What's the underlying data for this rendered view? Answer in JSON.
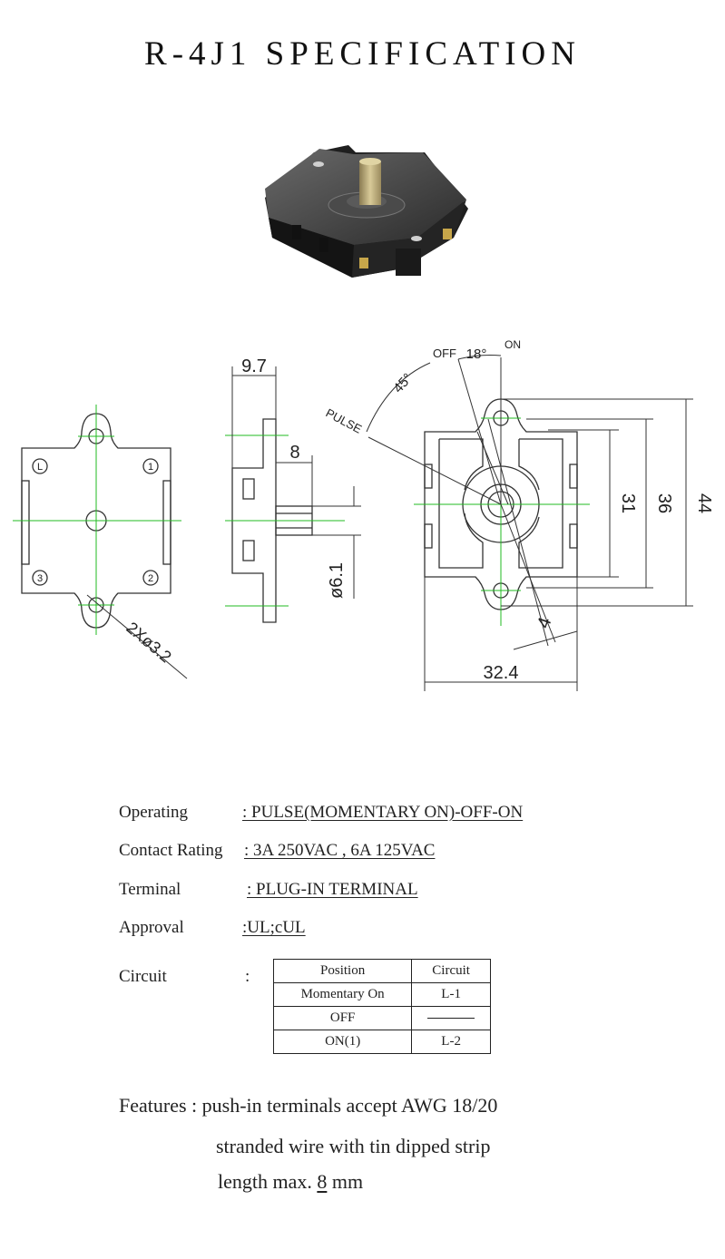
{
  "title": "R-4J1 SPECIFICATION",
  "drawing": {
    "labels": {
      "dim_9_7": "9.7",
      "dim_8": "8",
      "dim_6_1": "ø6.1",
      "dim_hole": "2Xø3.2",
      "dim_31": "31",
      "dim_36": "36",
      "dim_44": "44",
      "dim_4": "4",
      "dim_32_4": "32.4",
      "off": "OFF",
      "on": "ON",
      "angle_18": "18°",
      "angle_45": "45°",
      "pulse": "PULSE",
      "terminal_l": "L",
      "terminal_1": "1",
      "terminal_2": "2",
      "terminal_3": "3"
    }
  },
  "specs": {
    "operating": {
      "label": "Operating",
      "value": ": PULSE(MOMENTARY ON)-OFF-ON "
    },
    "contact_rating": {
      "label": "Contact Rating",
      "value": ": 3A 250VAC , 6A 125VAC"
    },
    "terminal": {
      "label": "Terminal",
      "value": ": PLUG-IN TERMINAL"
    },
    "approval": {
      "label": "Approval",
      "value": ":UL;cUL"
    },
    "circuit": {
      "label": "Circuit",
      "colon": ":",
      "headers": [
        "Position",
        "Circuit"
      ],
      "rows": [
        [
          "Momentary On",
          "L-1"
        ],
        [
          "OFF",
          ""
        ],
        [
          "ON(1)",
          "L-2"
        ]
      ]
    }
  },
  "features": {
    "prefix": "Features : ",
    "line1": "push-in terminals accept AWG 18/20",
    "line2": "stranded wire with tin dipped strip",
    "line3_pre": "length max. ",
    "line3_value": "8",
    "line3_post": " mm"
  }
}
